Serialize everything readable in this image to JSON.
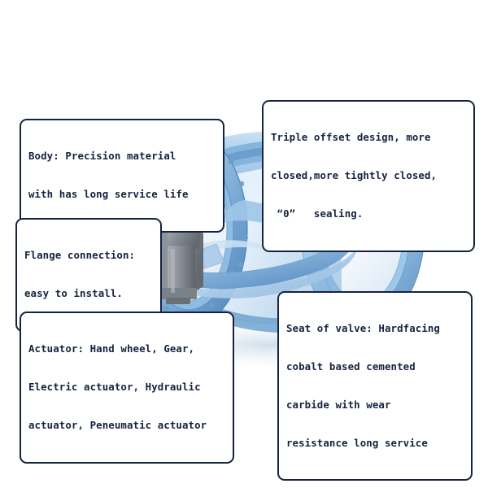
{
  "figure": {
    "title": "Triple offset butterfly valve cutaway illustration",
    "colors": {
      "body_blue_light": "#bcd9f2",
      "body_blue_mid": "#8dbde6",
      "body_blue_dark": "#5d96c9",
      "body_blue_deep": "#4b82b6",
      "disc_blue": "#7fb2dd",
      "actuator_gray": "#8e949c",
      "actuator_gray_dark": "#6d737b",
      "handwheel_gray": "#9aa0a6",
      "callout_border": "#16233f",
      "callout_fill": "#ffffff",
      "background": "#ffffff"
    },
    "parts": [
      "near-flange-ring",
      "far-flange-ring",
      "valve-body-shell",
      "valve-disc",
      "disc-stem-boss",
      "gearbox-actuator",
      "handwheel"
    ]
  },
  "callouts": [
    {
      "id": "triple-offset",
      "name": "Triple offset design",
      "lines": [
        "Triple offset design, more",
        "closed,more tightly closed,",
        " “0”   sealing."
      ]
    },
    {
      "id": "body",
      "name": "Body",
      "lines": [
        "Body: Precision material",
        "with has long service life"
      ]
    },
    {
      "id": "flange",
      "name": "Flange connection",
      "lines": [
        "Flange connection:",
        "easy to install."
      ]
    },
    {
      "id": "actuator",
      "name": "Actuator",
      "lines": [
        "Actuator: Hand wheel, Gear,",
        "Electric actuator, Hydraulic",
        "actuator, Peneumatic actuator"
      ]
    },
    {
      "id": "seat",
      "name": "Seat of valve",
      "lines": [
        "Seat of valve: Hardfacing",
        "cobalt based cemented",
        "carbide with wear",
        "resistance long service"
      ]
    }
  ]
}
